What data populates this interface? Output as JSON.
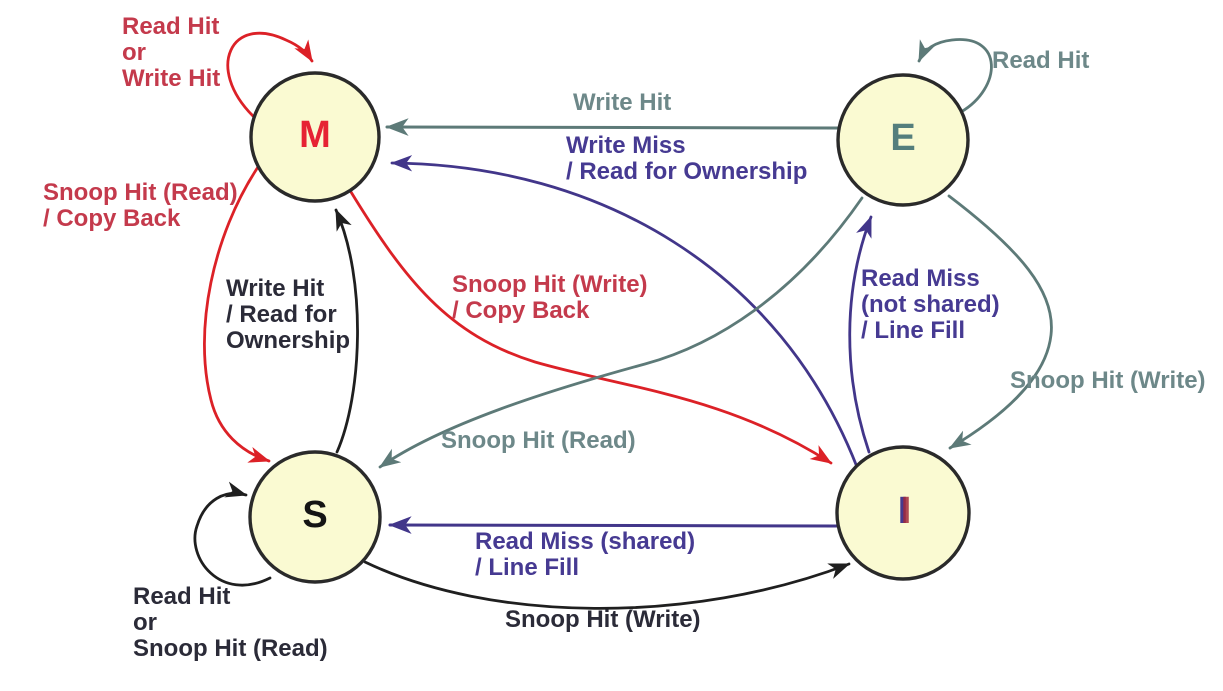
{
  "diagram": {
    "kind": "state-transition-diagram",
    "states": {
      "m": {
        "label": "M"
      },
      "e": {
        "label": "E"
      },
      "s": {
        "label": "S"
      },
      "i": {
        "label": "I"
      }
    },
    "transitions": [
      {
        "from": "M",
        "to": "M",
        "color": "red",
        "label_lines": [
          "Read Hit",
          "or",
          "Write Hit"
        ]
      },
      {
        "from": "E",
        "to": "E",
        "color": "slate",
        "label_lines": [
          "Read Hit"
        ]
      },
      {
        "from": "S",
        "to": "S",
        "color": "black",
        "label_lines": [
          "Read Hit",
          "or",
          "Snoop Hit (Read)"
        ]
      },
      {
        "from": "E",
        "to": "M",
        "color": "slate",
        "label_lines": [
          "Write Hit"
        ]
      },
      {
        "from": "I",
        "to": "M",
        "color": "purple",
        "label_lines": [
          "Write Miss",
          "/ Read for Ownership"
        ]
      },
      {
        "from": "M",
        "to": "S",
        "color": "red",
        "label_lines": [
          "Snoop Hit (Read)",
          "/ Copy Back"
        ]
      },
      {
        "from": "S",
        "to": "M",
        "color": "black",
        "label_lines": [
          "Write Hit",
          "/ Read for",
          "Ownership"
        ]
      },
      {
        "from": "M",
        "to": "I",
        "color": "red",
        "label_lines": [
          "Snoop Hit (Write)",
          "/ Copy Back"
        ]
      },
      {
        "from": "E",
        "to": "S",
        "color": "slate",
        "label_lines": [
          "Snoop Hit (Read)"
        ]
      },
      {
        "from": "I",
        "to": "E",
        "color": "purple",
        "label_lines": [
          "Read Miss",
          "(not shared)",
          "/ Line Fill"
        ]
      },
      {
        "from": "E",
        "to": "I",
        "color": "slate",
        "label_lines": [
          "Snoop Hit (Write)"
        ]
      },
      {
        "from": "I",
        "to": "S",
        "color": "purple",
        "label_lines": [
          "Read Miss (shared)",
          "/ Line Fill"
        ]
      },
      {
        "from": "S",
        "to": "I",
        "color": "black",
        "label_lines": [
          "Snoop Hit (Write)"
        ]
      }
    ],
    "palette": {
      "node_fill": "#fafad2",
      "node_border": "#2a2a2a",
      "arrow_red": "#dc2127",
      "arrow_slate": "#5d7a78",
      "arrow_purple": "#42368a",
      "arrow_black": "#1f1f1f",
      "text_red": "#c43a4c",
      "text_slate": "#6d8889",
      "text_purple": "#463a92",
      "text_dark": "#2b2b38",
      "letter_m": "#e62333",
      "letter_e": "#547e7c",
      "letter_s": "#141414",
      "letter_i_purple": "#46398e",
      "letter_i_red": "#a2293c"
    }
  }
}
